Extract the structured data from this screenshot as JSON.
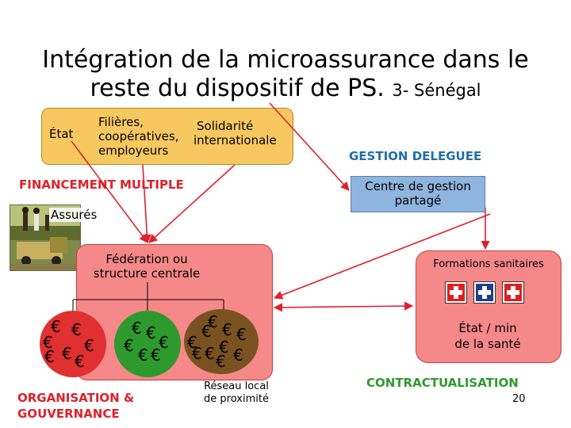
{
  "title": {
    "line1": "Intégration de la microassurance dans le",
    "line2": "reste du dispositif de PS.",
    "line2_sub": "3- Sénégal"
  },
  "top_box": {
    "etat": "État",
    "filieres": [
      "Filières,",
      "coopératives,",
      "employeurs"
    ],
    "solidarite": [
      "Solidarité",
      "internationale"
    ]
  },
  "financement": "FINANCEMENT MULTIPLE",
  "assures": "Assurés",
  "federation": [
    "Fédération ou",
    "structure centrale"
  ],
  "euros": "€",
  "organisation": [
    "ORGANISATION &",
    "GOUVERNANCE"
  ],
  "reseau": [
    "Réseau local",
    "de proximité"
  ],
  "gestion": "GESTION DELEGUEE",
  "centre": [
    "Centre de gestion",
    "partagé"
  ],
  "formations": "Formations sanitaires",
  "etat_min": [
    "État / min",
    "de la santé"
  ],
  "contract": "CONTRACTUALISATION",
  "page_number": "20",
  "colors": {
    "top_box": "#f8c860",
    "federation_box": "#f58888",
    "centre_box": "#8fb4de",
    "arrow": "#e0202a",
    "red_text": "#e0202a",
    "green_text": "#2e9a2e",
    "blue_text": "#1f6fa8"
  }
}
